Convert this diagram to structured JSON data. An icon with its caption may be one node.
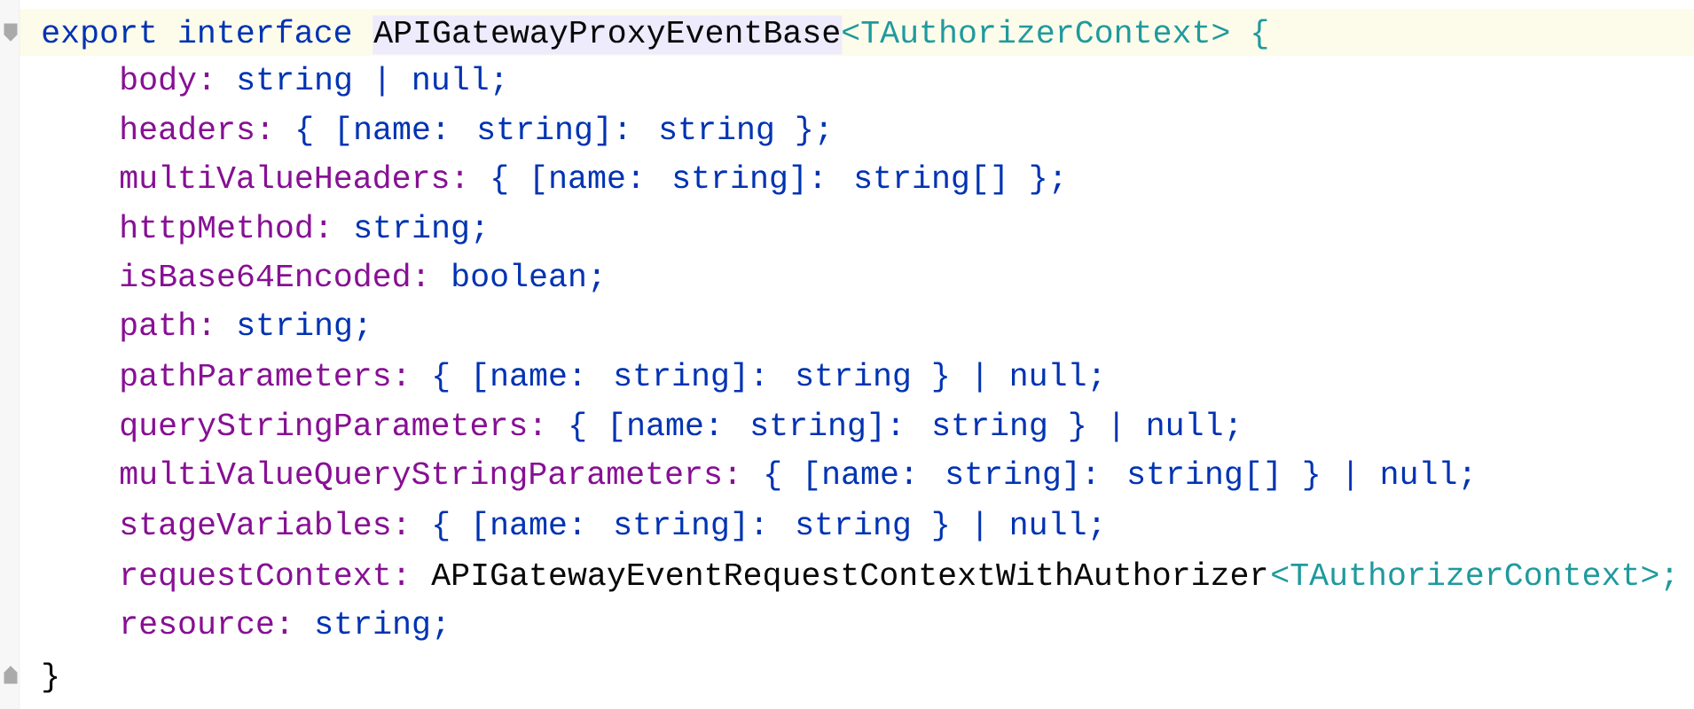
{
  "diagram": {
    "labels": [
      "export interface",
      "APIGatewayProxyEventBase",
      "<TAuthorizerContext> {",
      "body:",
      "string | null;",
      "headers:",
      "{ [name: string]: string };",
      "multiValueHeaders:",
      "{ [name: string]: string[] };",
      "httpMethod:",
      "string;",
      "isBase64Encoded:",
      "boolean;",
      "path:",
      "string;",
      "pathParameters:",
      "{ [name: string]: string } | null;",
      "queryStringParameters:",
      "{ [name: string]: string } | null;",
      "multiValueQueryStringParameters:",
      "{ [name: string]: string[] } | null;",
      "stageVariables:",
      "{ [name: string]: string } | null;",
      "requestContext:",
      "APIGatewayEventRequestContextWithAuthorizer",
      "<TAuthorizerContext>;",
      "resource:",
      "string;",
      "}"
    ]
  }
}
